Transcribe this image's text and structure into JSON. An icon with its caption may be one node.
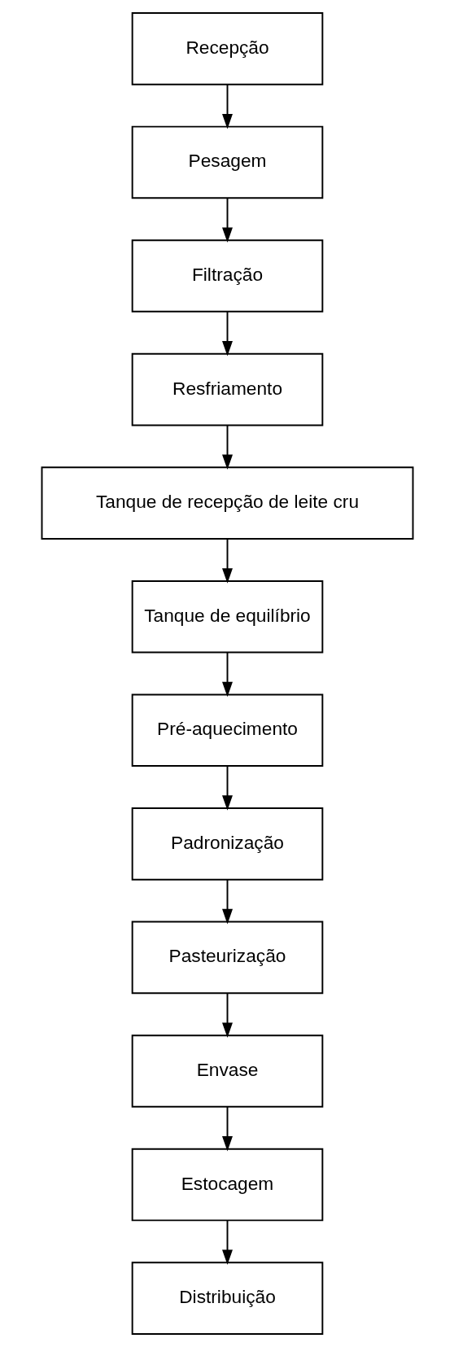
{
  "diagram": {
    "nodes": [
      {
        "text": [
          "Recepção"
        ]
      },
      {
        "text": [
          "Pesagem"
        ]
      },
      {
        "text": [
          "Filtração"
        ]
      },
      {
        "text": [
          "Resfriamento"
        ]
      },
      {
        "text": [
          "Tanque de recepção de leite cru"
        ]
      },
      {
        "text": [
          "Tanque de equilíbrio"
        ]
      },
      {
        "text": [
          "Pré-aquecimento"
        ]
      },
      {
        "text": [
          "Padronização"
        ]
      },
      {
        "text": [
          "Pasteurização"
        ]
      },
      {
        "text": [
          "Envase"
        ]
      },
      {
        "text": [
          "Estocagem"
        ]
      },
      {
        "text": [
          "Distribuição"
        ]
      }
    ],
    "edges": [
      {
        "from": 0,
        "to": 1,
        "arrow": "to"
      },
      {
        "from": 1,
        "to": 2,
        "arrow": "to"
      },
      {
        "from": 2,
        "to": 3,
        "arrow": "to"
      },
      {
        "from": 3,
        "to": 4,
        "arrow": "to"
      },
      {
        "from": 4,
        "to": 5,
        "arrow": "to"
      },
      {
        "from": 5,
        "to": 6,
        "arrow": "to"
      },
      {
        "from": 6,
        "to": 7,
        "arrow": "to"
      },
      {
        "from": 7,
        "to": 8,
        "arrow": "to"
      },
      {
        "from": 8,
        "to": 9,
        "arrow": "to"
      },
      {
        "from": 9,
        "to": 10,
        "arrow": "to"
      },
      {
        "from": 10,
        "to": 11,
        "arrow": "to"
      }
    ]
  }
}
